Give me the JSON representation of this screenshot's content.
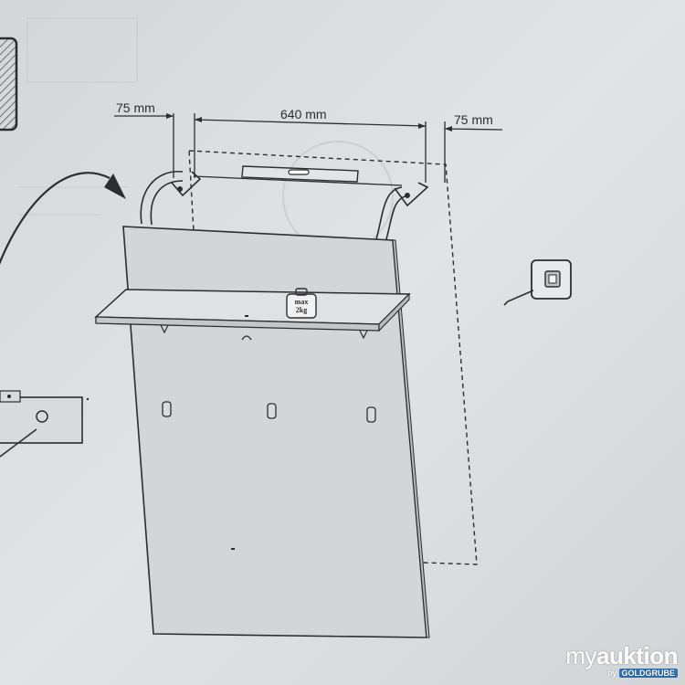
{
  "diagram": {
    "dimensions": {
      "left_margin": "75 mm",
      "mirror_width": "640 mm",
      "right_margin": "75 mm"
    },
    "weight_tag": {
      "line1": "max",
      "line2": "2kg"
    }
  },
  "watermark": {
    "brand_light": "my",
    "brand_bold": "auktion",
    "by_text": "by",
    "partner": "GOLDGRUBE"
  },
  "colors": {
    "paper": "#dcdfe1",
    "ink": "#2b2d30",
    "panel": "#d3d6d8"
  }
}
